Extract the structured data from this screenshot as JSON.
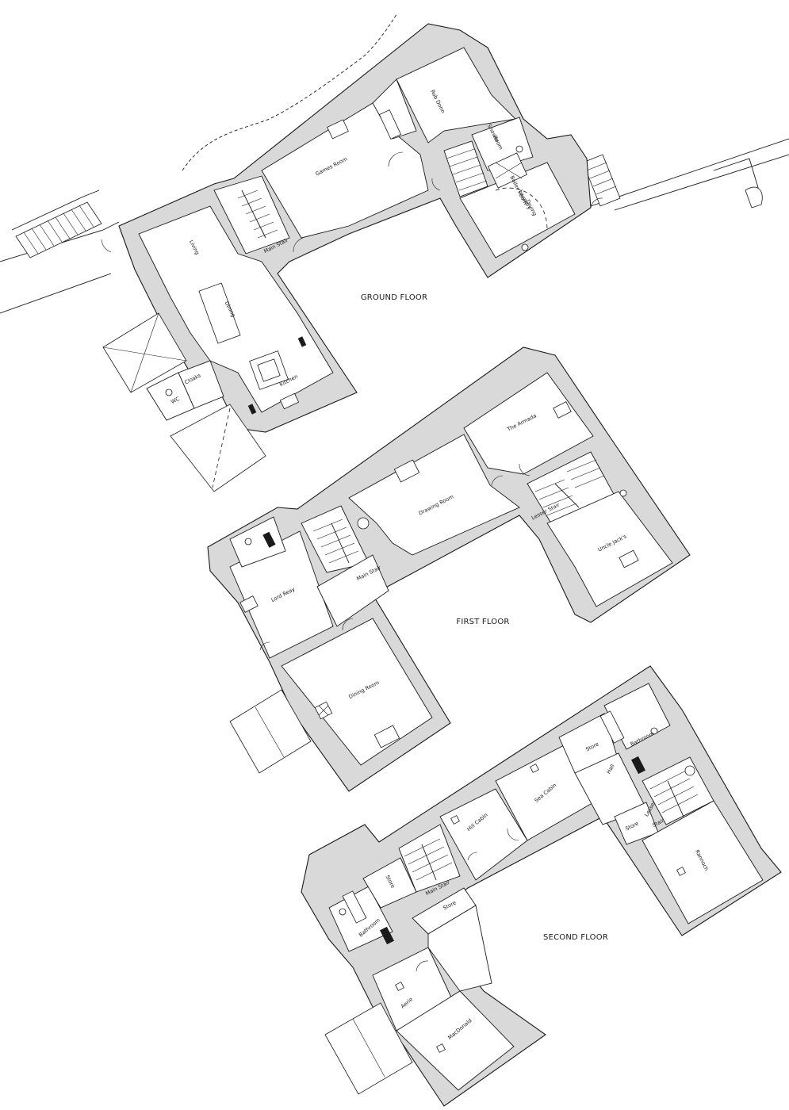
{
  "floors": {
    "ground": {
      "title": "GROUND FLOOR",
      "rooms": {
        "living": "Living",
        "dining": "Dining",
        "kitchen": "Kitchen",
        "games_room": "Games Room",
        "main_stair": "Main Stair",
        "rob_donn": "Rob Donn",
        "shower_room_1": "Shower",
        "shower_room_2": "Room",
        "boiler_room": "Boiler Room",
        "laundry": "Laundry",
        "drying": "Drying",
        "wc": "WC",
        "cloaks": "Cloaks"
      }
    },
    "first": {
      "title": "FIRST FLOOR",
      "rooms": {
        "the_armada": "The Armada",
        "drawing_room": "Drawing Room",
        "lesser_stair": "Lesser Stair",
        "uncle_jacks": "Uncle Jack's",
        "main_stair": "Main Stair",
        "lord_reay": "Lord Reay",
        "dining_room": "Dining Room"
      }
    },
    "second": {
      "title": "SECOND FLOOR",
      "rooms": {
        "store_top": "Store",
        "bathroom_right": "Bathroom",
        "hall": "Hall",
        "sea_cabin": "Sea Cabin",
        "hill_cabin": "Hill Cabin",
        "lesser_stair_1": "Lesser",
        "lesser_stair_2": "Stair",
        "store_right": "Store",
        "rannoch": "Rannoch",
        "store_left": "Store",
        "main_stair": "Main Stair",
        "store_mid": "Store",
        "bathroom_left": "Bathroom",
        "aerie": "Aerie",
        "macdonald": "MacDonald"
      }
    }
  }
}
